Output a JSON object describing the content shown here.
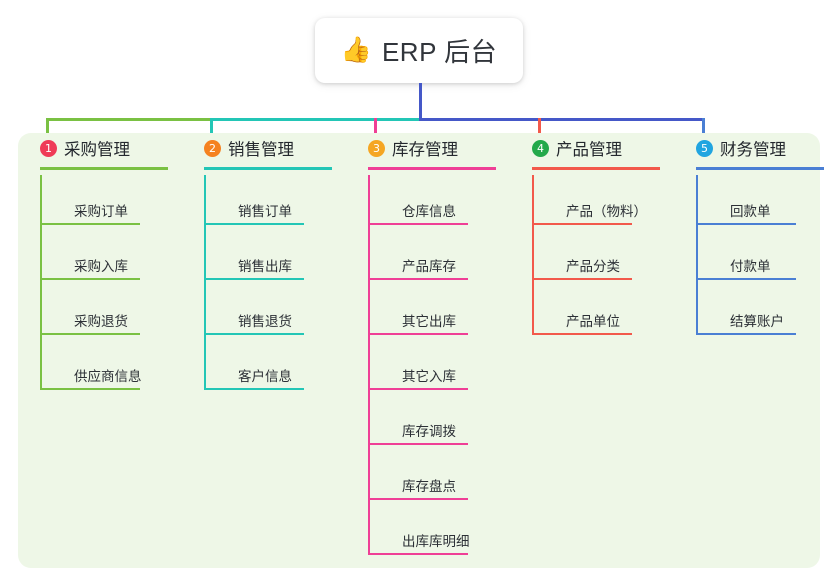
{
  "root": {
    "icon": "thumbs-up-icon",
    "emoji": "👍",
    "title": "ERP 后台",
    "stem_color": "#4558c8"
  },
  "colors": {
    "panel_bg": "#eef7e7",
    "page_bg": "#ffffff",
    "text": "#2c3036"
  },
  "branches": [
    {
      "index": "1",
      "title": "采购管理",
      "color": "#7ac143",
      "badge_color": "#ef3b57",
      "items": [
        {
          "label": "采购订单"
        },
        {
          "label": "采购入库"
        },
        {
          "label": "采购退货"
        },
        {
          "label": "供应商信息"
        }
      ]
    },
    {
      "index": "2",
      "title": "销售管理",
      "color": "#23c6b6",
      "badge_color": "#f58220",
      "items": [
        {
          "label": "销售订单"
        },
        {
          "label": "销售出库"
        },
        {
          "label": "销售退货"
        },
        {
          "label": "客户信息"
        }
      ]
    },
    {
      "index": "3",
      "title": "库存管理",
      "color": "#ef3f96",
      "badge_color": "#f5a623",
      "items": [
        {
          "label": "仓库信息"
        },
        {
          "label": "产品库存"
        },
        {
          "label": "其它出库"
        },
        {
          "label": "其它入库"
        },
        {
          "label": "库存调拨"
        },
        {
          "label": "库存盘点"
        },
        {
          "label": "出库库明细"
        }
      ]
    },
    {
      "index": "4",
      "title": "产品管理",
      "color": "#f2594b",
      "badge_color": "#23a94b",
      "items": [
        {
          "label": "产品（物料）"
        },
        {
          "label": "产品分类"
        },
        {
          "label": "产品单位"
        }
      ]
    },
    {
      "index": "5",
      "title": "财务管理",
      "color": "#4a7fd4",
      "badge_color": "#21a5e0",
      "items": [
        {
          "label": "回款单"
        },
        {
          "label": "付款单"
        },
        {
          "label": "结算账户"
        }
      ]
    }
  ]
}
